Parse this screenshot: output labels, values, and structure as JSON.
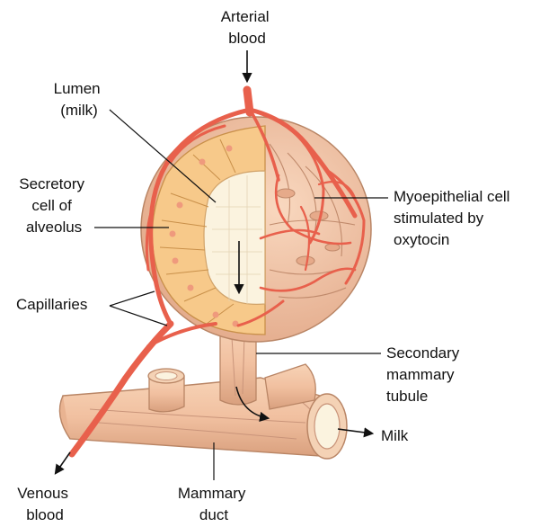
{
  "labels": {
    "arterial_blood": [
      "Arterial",
      "blood"
    ],
    "lumen": [
      "Lumen",
      "(milk)"
    ],
    "secretory_cell": [
      "Secretory",
      "cell of",
      "alveolus"
    ],
    "myoepithelial": [
      "Myoepithelial cell",
      "stimulated by",
      "oxytocin"
    ],
    "capillaries": [
      "Capillaries"
    ],
    "secondary_tubule": [
      "Secondary",
      "mammary",
      "tubule"
    ],
    "milk": [
      "Milk"
    ],
    "venous_blood": [
      "Venous",
      "blood"
    ],
    "mammary_duct": [
      "Mammary",
      "duct"
    ]
  },
  "colors": {
    "vessel": "#e8604c",
    "vessel_dark": "#b8412f",
    "tissue": "#f5c8a8",
    "tissue_dark": "#c99070",
    "secretory_cells": "#f7c98a",
    "secretory_nucleus": "#ef9a7d",
    "lumen": "#fbf3df"
  }
}
